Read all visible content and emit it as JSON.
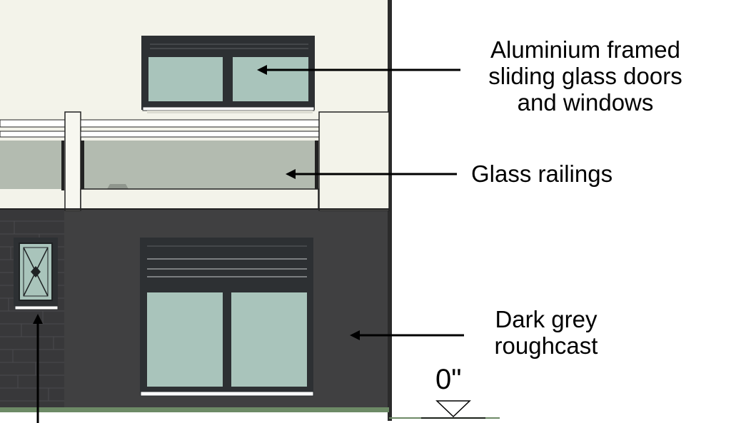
{
  "labels": {
    "doors": [
      "Aluminium framed",
      "sliding glass doors",
      "and windows"
    ],
    "railings": "Glass railings",
    "roughcast": [
      "Dark grey",
      "roughcast"
    ],
    "level": "0\""
  },
  "colors": {
    "upper_wall": "#f3f3ea",
    "lower_wall": "#404041",
    "stone": "#3a3a3c",
    "glass": "#a9c4bb",
    "railing_glass": "#b3bbb0",
    "frame": "#2d3033",
    "ground": "#6d8a66",
    "line": "#000000"
  },
  "icons": [
    "arrow-icon",
    "level-marker-icon"
  ]
}
